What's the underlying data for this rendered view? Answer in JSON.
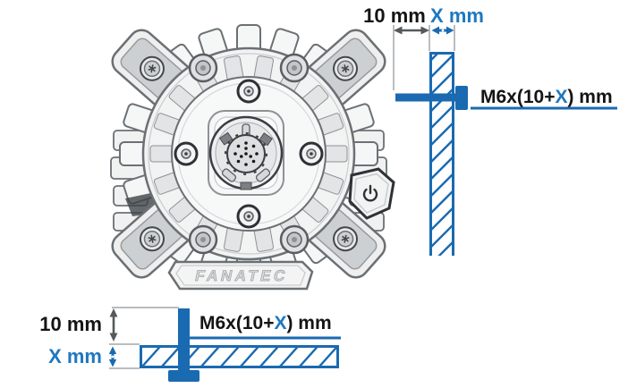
{
  "device": {
    "brand": "FANATEC",
    "power_icon": "power-icon"
  },
  "top_diagram": {
    "offset_label": "10 mm",
    "thickness_label": "X mm",
    "bolt_spec": {
      "prefix": "M6x(10+",
      "variable": "X",
      "suffix": ") mm"
    }
  },
  "bottom_diagram": {
    "offset_label": "10 mm",
    "thickness_label": "X mm",
    "bolt_spec": {
      "prefix": "M6x(10+",
      "variable": "X",
      "suffix": ") mm"
    }
  },
  "colors": {
    "accent_blue": "#1a6ab1",
    "text_blue": "#1e78c0",
    "text_black": "#141414",
    "arrow_gray": "#55595c",
    "extension_gray": "#a3a7aa"
  }
}
